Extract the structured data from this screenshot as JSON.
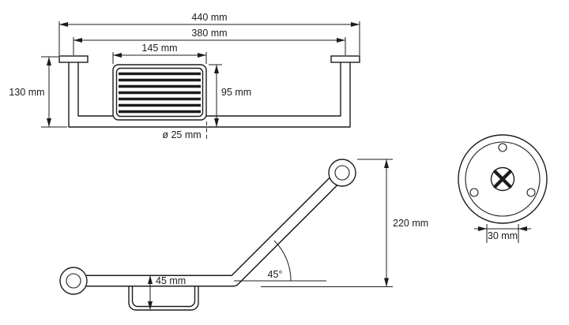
{
  "drawing": {
    "colors": {
      "line": "#1c1c1c",
      "background": "#ffffff"
    },
    "front_view": {
      "dim_overall_width": "440 mm",
      "dim_mounting_span": "380 mm",
      "dim_dish_width": "145 mm",
      "dim_overall_height": "130 mm",
      "dim_dish_height": "95 mm",
      "dim_tube_diameter": "ø 25 mm"
    },
    "side_view": {
      "dim_height": "220 mm",
      "dim_dish_depth": "45 mm",
      "dim_bend_angle": "45°"
    },
    "flange_view": {
      "dim_flange_bore": "30 mm"
    }
  }
}
